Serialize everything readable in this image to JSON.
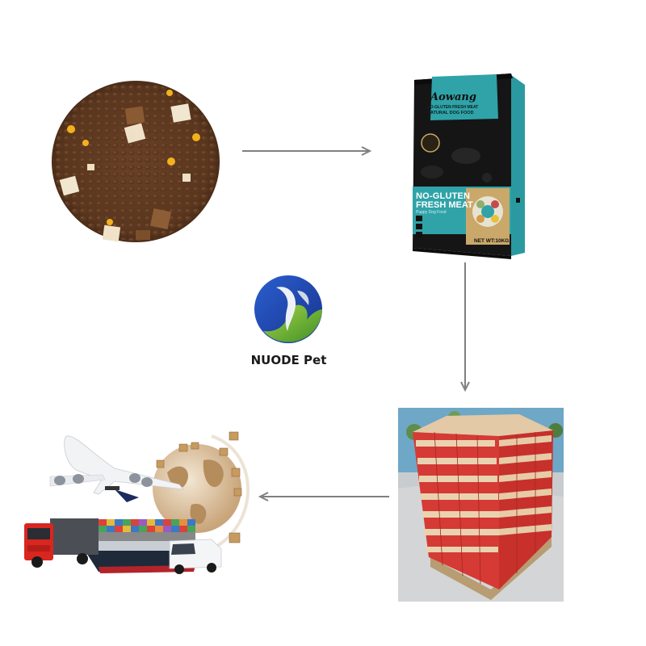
{
  "diagram": {
    "type": "process-flow",
    "direction": "clockwise",
    "steps": [
      {
        "id": "kibble",
        "label": "Dry dog food kibble",
        "position": "top-left"
      },
      {
        "id": "packaged-bag",
        "label": "Packaged dog food bag",
        "position": "top-right"
      },
      {
        "id": "palletized",
        "label": "Palletized cartons",
        "position": "bottom-right"
      },
      {
        "id": "shipping",
        "label": "Global logistics (air, sea, road)",
        "position": "bottom-left"
      }
    ],
    "arrows": [
      {
        "from": "kibble",
        "to": "packaged-bag",
        "direction": "right"
      },
      {
        "from": "packaged-bag",
        "to": "palletized",
        "direction": "down"
      },
      {
        "from": "palletized",
        "to": "shipping",
        "direction": "left"
      }
    ]
  },
  "logo": {
    "name": "NUODE Pet",
    "colors": {
      "blue": "#1f4fb3",
      "green": "#5fae2e",
      "white": "#ffffff"
    }
  },
  "bag": {
    "brand": "Aowang",
    "subtitle": "NO-GLUTEN FRESH MEAT",
    "subtitle2": "NATURAL DOG FOOD",
    "headline_line1": "NO-GLUTEN",
    "headline_line2": "FRESH MEAT",
    "tagline": "Puppy Dog Food",
    "net_weight": "NET WT:10KG",
    "colors": {
      "teal": "#2fa3a8",
      "black": "#151515",
      "gold": "#c9a86a"
    }
  },
  "colors": {
    "arrow": "#808080",
    "background": "#ffffff"
  }
}
